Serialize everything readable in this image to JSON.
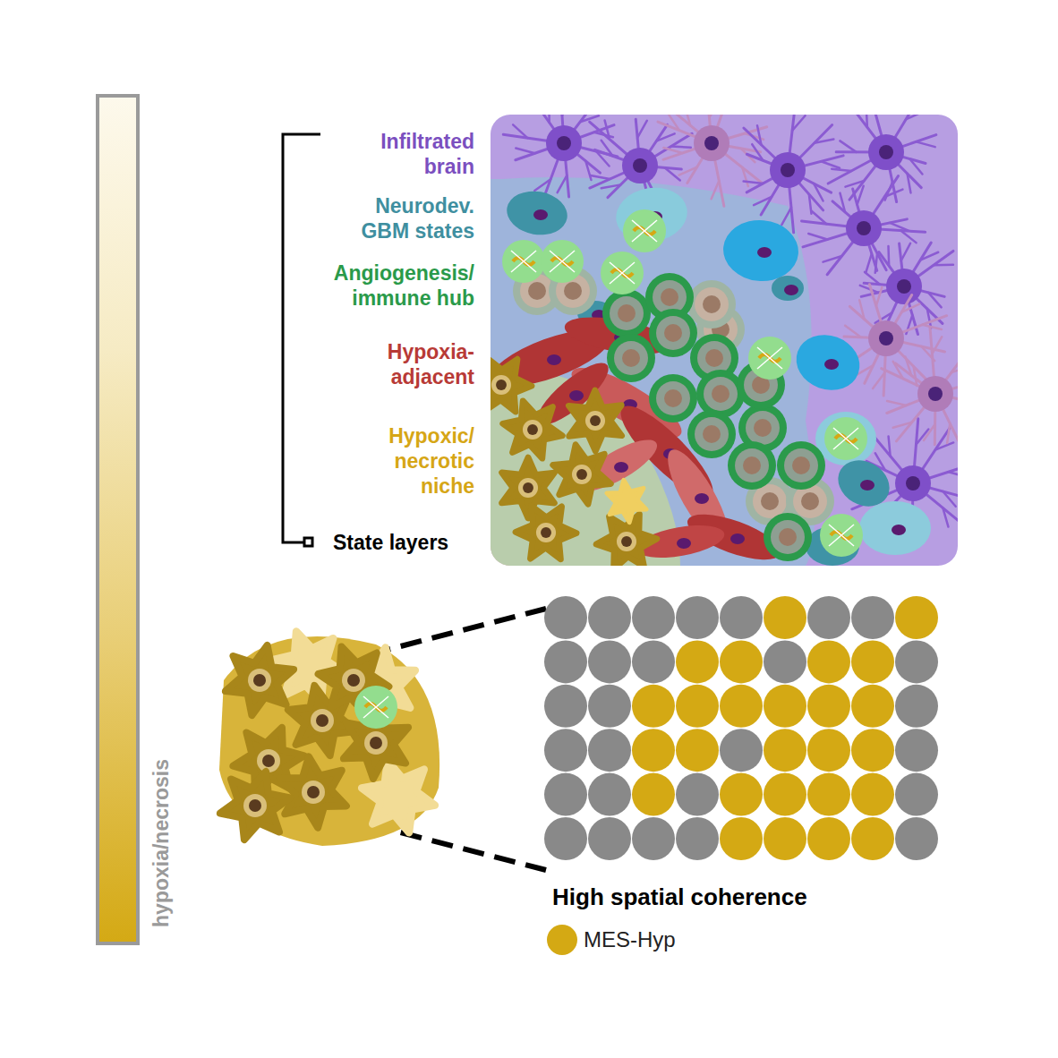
{
  "diagram": {
    "labels": [
      "Infiltrated brain",
      "Neurodev. GBM states",
      "Angiogenesis/ immune hub",
      "Hypoxia- adjacent",
      "Hypoxic/ necrotic niche",
      "State layers",
      "High spatial coherence",
      "hypoxia/necrosis"
    ],
    "legend": [
      {
        "text": "MES-Hyp",
        "color": "#d4a914"
      }
    ]
  }
}
